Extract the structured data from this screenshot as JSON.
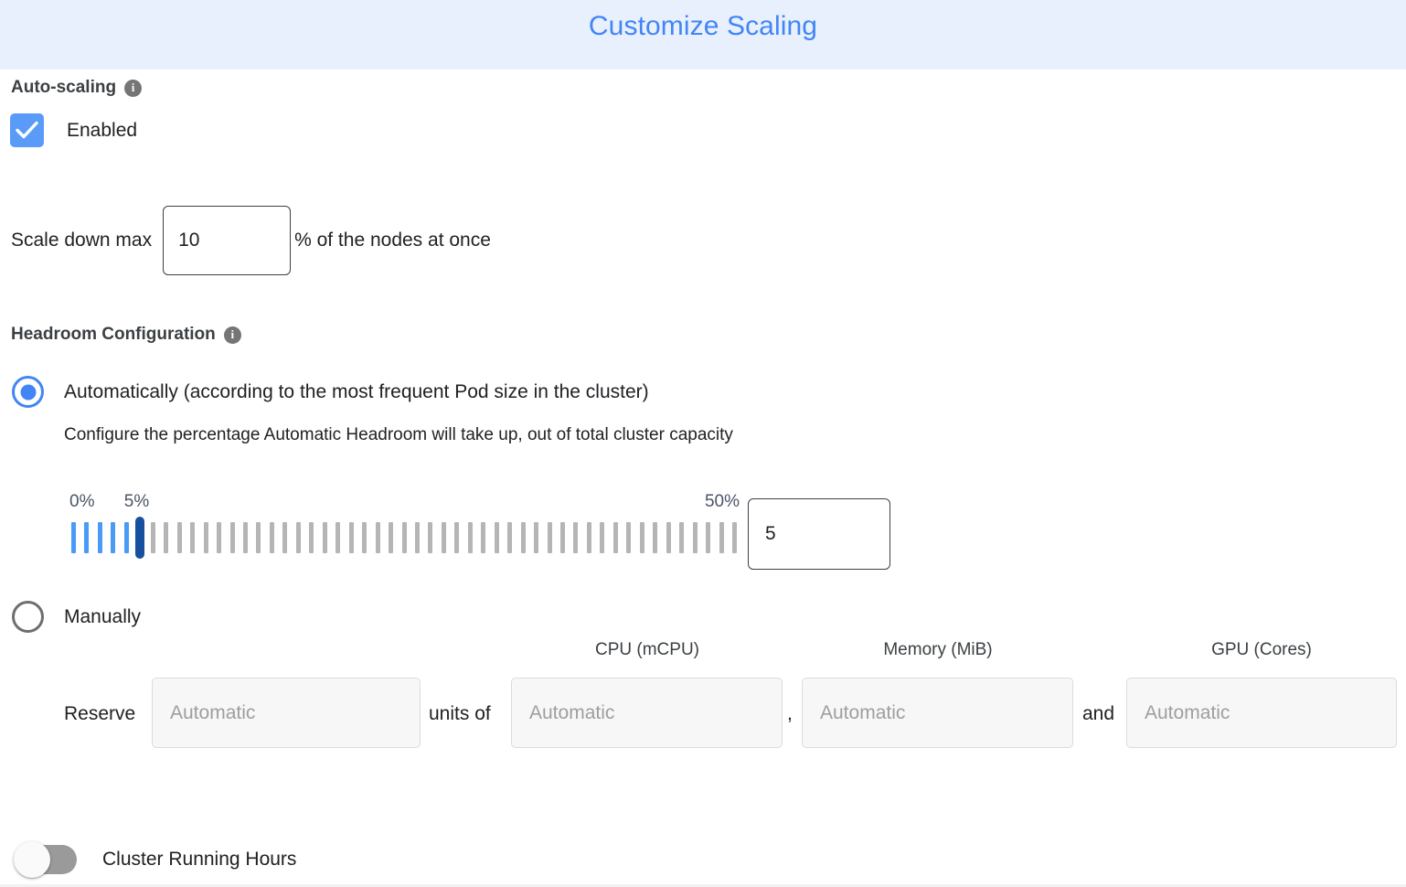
{
  "header": {
    "title": "Customize Scaling",
    "title_color": "#4285f4",
    "background_color": "#e8f0fe"
  },
  "autoscaling": {
    "section_label": "Auto-scaling",
    "info_icon": "info-icon",
    "info_glyph": "i",
    "enabled_label": "Enabled",
    "enabled_checked": true,
    "checkbox_color": "#5b9bf8"
  },
  "scale_down": {
    "prefix_label": "Scale down max",
    "value": "10",
    "suffix_label": "% of the nodes at once"
  },
  "headroom": {
    "section_label": "Headroom Configuration",
    "info_icon": "info-icon",
    "info_glyph": "i",
    "option_automatic_label": "Automatically (according to the most frequent Pod size in the cluster)",
    "option_automatic_selected": true,
    "helper_text": "Configure the percentage Automatic Headroom will take up, out of total cluster capacity",
    "option_manual_label": "Manually",
    "option_manual_selected": false
  },
  "slider": {
    "min_label": "0%",
    "max_label": "50%",
    "current_label": "5%",
    "min": 0,
    "max": 50,
    "value": 5,
    "value_input": "5",
    "tick_count": 51,
    "filled_color": "#4a9bf5",
    "track_color": "#b5b5b5",
    "thumb_color": "#17509e",
    "label_color": "#4a5568"
  },
  "reserve": {
    "label": "Reserve",
    "units_label": "units of",
    "comma_label": ",",
    "and_label": "and",
    "columns": [
      {
        "header": "",
        "placeholder": "Automatic",
        "value": ""
      },
      {
        "header": "CPU (mCPU)",
        "placeholder": "Automatic",
        "value": ""
      },
      {
        "header": "Memory (MiB)",
        "placeholder": "Automatic",
        "value": ""
      },
      {
        "header": "GPU (Cores)",
        "placeholder": "Automatic",
        "value": ""
      }
    ]
  },
  "cluster_running_hours": {
    "label": "Cluster Running Hours",
    "enabled": false,
    "track_color": "#9a9a9a"
  }
}
